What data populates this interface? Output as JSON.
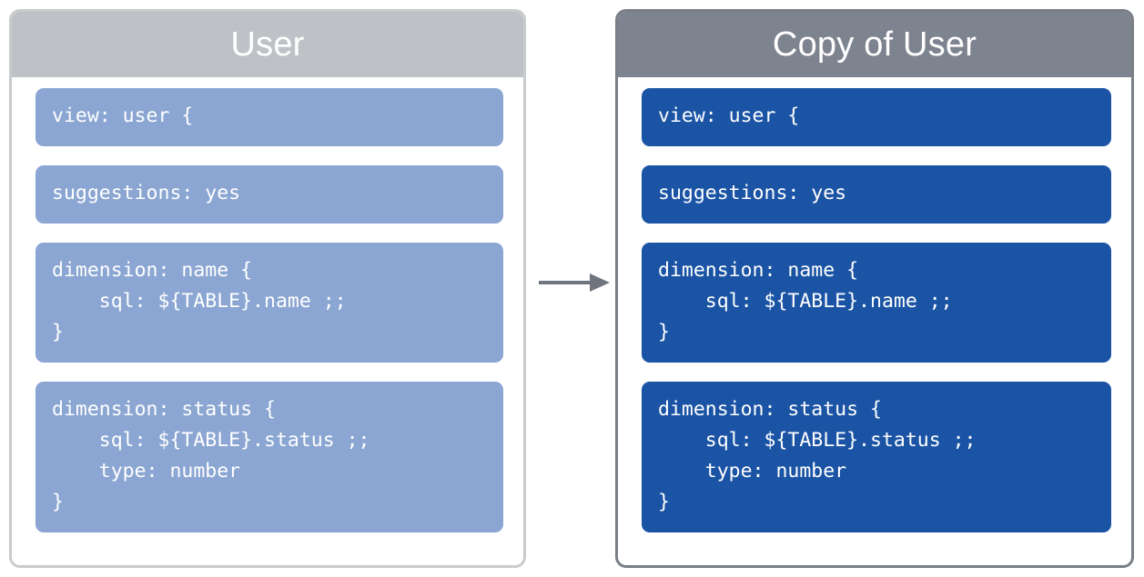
{
  "diagram": {
    "type": "flow",
    "arrow": {
      "name": "copy-arrow",
      "direction": "right",
      "color": "#6f757f",
      "from": "User",
      "to": "Copy of User"
    }
  },
  "colors": {
    "source_header_bg": "#bec2c6",
    "source_block_bg": "#8ba6d2",
    "source_card_border": "#c9cbcd",
    "copy_header_bg": "#7e848f",
    "copy_block_bg": "#1b54a5",
    "copy_card_border": "#7a7f86",
    "card_bg": "#ffffff",
    "text_on_block": "#ffffff",
    "arrow": "#6f757f"
  },
  "source_card": {
    "title": "User",
    "blocks": [
      {
        "id": "view",
        "lines": "view: user {",
        "size": "one-line"
      },
      {
        "id": "suggestions",
        "lines": "suggestions: yes",
        "size": "one-line"
      },
      {
        "id": "dimension-name",
        "lines": "dimension: name {\n    sql: ${TABLE}.name ;;\n}",
        "size": "three-line"
      },
      {
        "id": "dimension-status",
        "lines": "dimension: status {\n    sql: ${TABLE}.status ;;\n    type: number\n}",
        "size": "four-line"
      }
    ]
  },
  "copy_card": {
    "title": "Copy of User",
    "blocks": [
      {
        "id": "view",
        "lines": "view: user {",
        "size": "one-line"
      },
      {
        "id": "suggestions",
        "lines": "suggestions: yes",
        "size": "one-line"
      },
      {
        "id": "dimension-name",
        "lines": "dimension: name {\n    sql: ${TABLE}.name ;;\n}",
        "size": "three-line"
      },
      {
        "id": "dimension-status",
        "lines": "dimension: status {\n    sql: ${TABLE}.status ;;\n    type: number\n}",
        "size": "four-line"
      }
    ]
  }
}
